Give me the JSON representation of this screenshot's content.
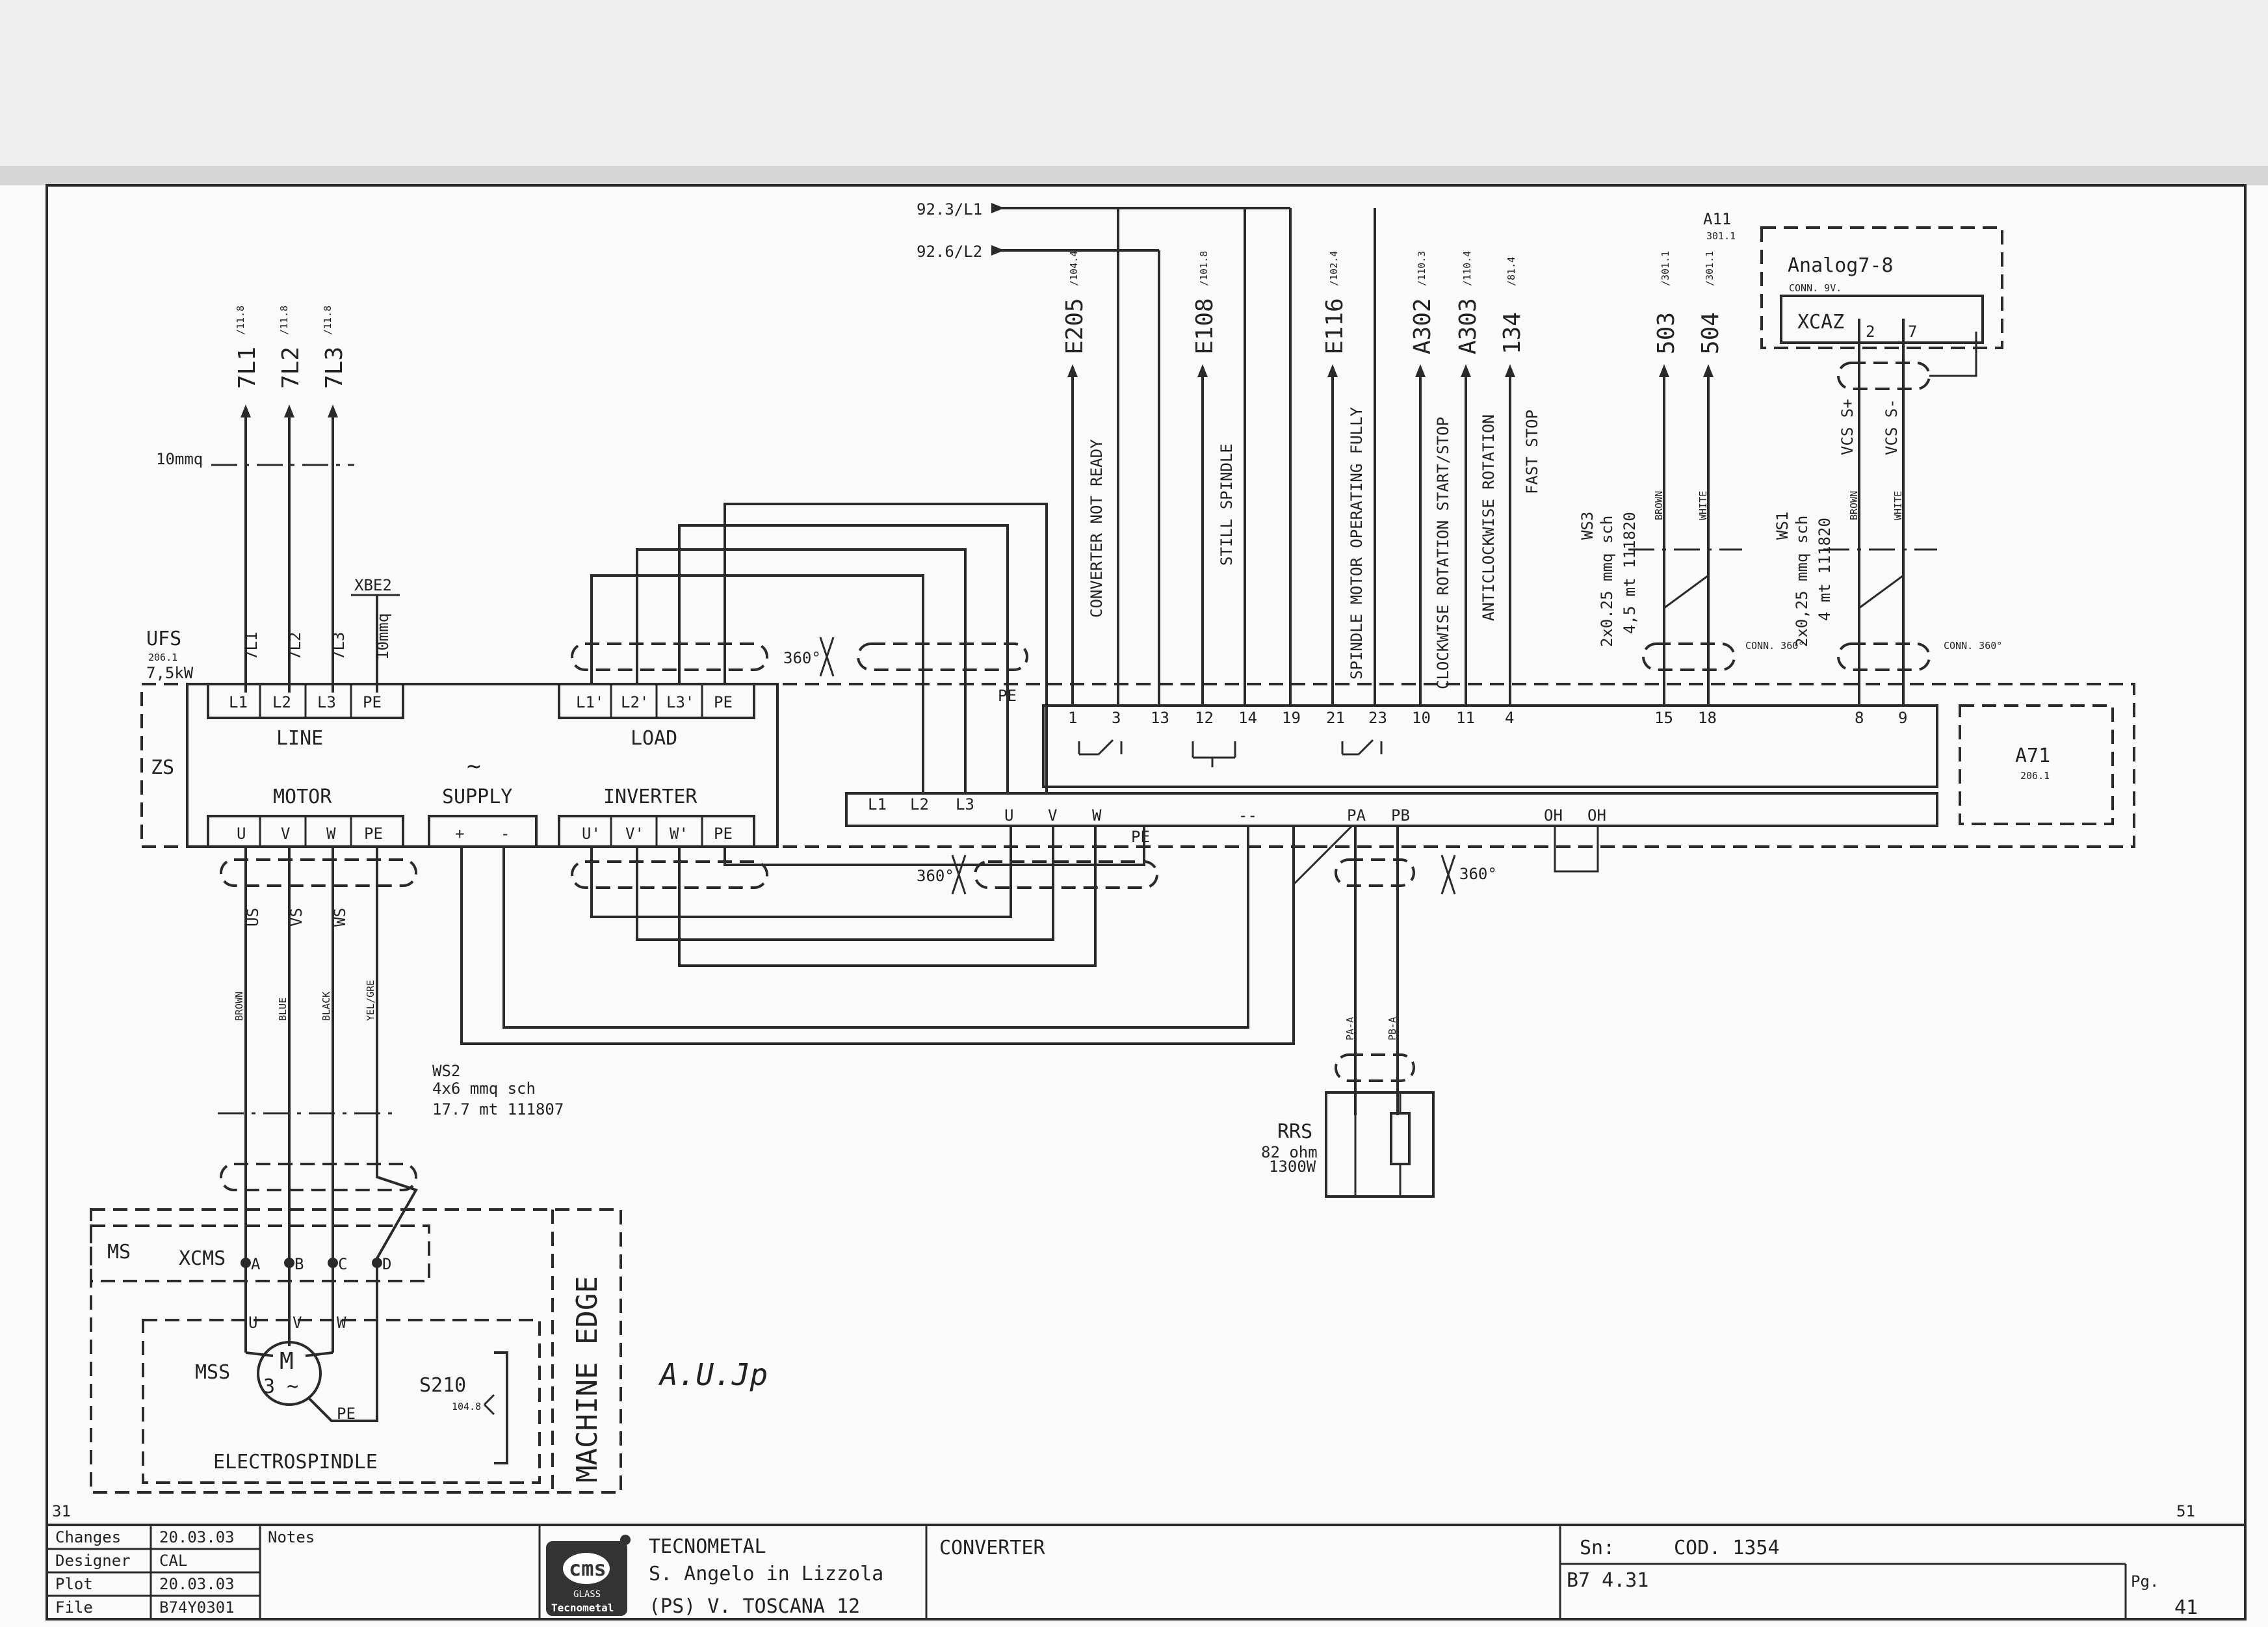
{
  "line_section": {
    "wire_labels": [
      "7L1",
      "7L2",
      "7L3"
    ],
    "refs": [
      "/11.8",
      "/11.8",
      "/11.8"
    ],
    "cable": "10mmq"
  },
  "ufs": {
    "name": "UFS",
    "ref": "206.1",
    "power": "7,5kW",
    "xbe": "XBE2",
    "wires": [
      "7L1",
      "7L2",
      "7L3",
      "10mmq"
    ],
    "zs": "ZS",
    "line_label": "LINE",
    "line_terms": [
      "L1",
      "L2",
      "L3",
      "PE"
    ],
    "load_label": "LOAD",
    "load_terms": [
      "L1'",
      "L2'",
      "L3'",
      "PE"
    ],
    "motor_label": "MOTOR",
    "motor_terms": [
      "U",
      "V",
      "W",
      "PE"
    ],
    "supply_label": "SUPPLY",
    "supply_symbol": "~",
    "supply_terms": [
      "+",
      "-"
    ],
    "inverter_label": "INVERTER",
    "inverter_terms": [
      "U'",
      "V'",
      "W'",
      "PE"
    ]
  },
  "feed": {
    "refs": [
      "92.3/L1",
      "92.6/L2"
    ]
  },
  "signals": [
    {
      "code": "E205",
      "ref": "/104.4",
      "desc": "CONVERTER NOT READY"
    },
    {
      "code": "E108",
      "ref": "/101.8",
      "desc": "STILL SPINDLE"
    },
    {
      "code": "E116",
      "ref": "/102.4",
      "desc": "SPINDLE MOTOR OPERATING FULLY"
    },
    {
      "code": "A302",
      "ref": "/110.3",
      "desc": "CLOCKWISE ROTATION START/STOP"
    },
    {
      "code": "A303",
      "ref": "/110.4",
      "desc": "ANTICLOCKWISE ROTATION"
    },
    {
      "code": "134",
      "ref": "/81.4",
      "desc": "FAST STOP"
    },
    {
      "code": "503",
      "ref": "/301.1",
      "desc": ""
    },
    {
      "code": "504",
      "ref": "/301.1",
      "desc": ""
    }
  ],
  "control_terms": [
    "1",
    "3",
    "13",
    "12",
    "14",
    "19",
    "21",
    "23",
    "10",
    "11",
    "4",
    "15",
    "18",
    "8",
    "9"
  ],
  "power_terms": {
    "input": [
      "L1",
      "L2",
      "L3"
    ],
    "output": [
      "U",
      "V",
      "W",
      "PE"
    ],
    "dc": "--",
    "brake": [
      "PA",
      "PB"
    ],
    "thermal": [
      "OH",
      "OH"
    ]
  },
  "ws3": {
    "name": "WS3",
    "spec": "2x0.25 mmq sch",
    "len": "4,5 mt 111820",
    "colors": [
      "BROWN",
      "WHITE"
    ],
    "conn": "CONN. 360°"
  },
  "ws1": {
    "name": "WS1",
    "spec": "2x0,25 mmq sch",
    "len": "4 mt 111820",
    "colors": [
      "BROWN",
      "WHITE"
    ],
    "signals": [
      "VCS S+",
      "VCS S-"
    ],
    "conn": "CONN. 360°"
  },
  "a11": {
    "name": "A11",
    "ref": "301.1",
    "module": "Analog7-8",
    "conn": "CONN. 9V.",
    "xcaz": "XCAZ",
    "pins": [
      "2",
      "7"
    ]
  },
  "a71": {
    "name": "A71",
    "ref": "206.1"
  },
  "shield": "360°",
  "motor_cables": {
    "names": [
      "US",
      "VS",
      "WS"
    ],
    "colors": [
      "BROWN",
      "BLUE",
      "BLACK",
      "YEL/GRE"
    ]
  },
  "ws2": {
    "name": "WS2",
    "spec": "4x6 mmq sch",
    "len": "17.7 mt 111807"
  },
  "brake_cables": [
    "PA-A",
    "PB-A"
  ],
  "rrs": {
    "name": "RRS",
    "ohm": "82 ohm",
    "power": "1300W"
  },
  "machine": {
    "ms": "MS",
    "xcms": "XCMS",
    "pins": [
      "A",
      "B",
      "C",
      "D"
    ],
    "phases": [
      "U",
      "V",
      "W"
    ],
    "mss": "MSS",
    "motor_m": "M",
    "motor_phase": "3 ~",
    "pe": "PE",
    "s210": "S210",
    "s210_ref": "104.8",
    "electrospindle": "ELECTROSPINDLE",
    "machine_edge": "MACHINE EDGE"
  },
  "handwriting": "A.U.Jp",
  "page_left": "31",
  "page_right": "51",
  "title_block": {
    "rows": [
      {
        "label": "Changes",
        "value": "20.03.03"
      },
      {
        "label": "Designer",
        "value": "CAL"
      },
      {
        "label": "Plot",
        "value": "20.03.03"
      },
      {
        "label": "File",
        "value": "B74Y0301"
      }
    ],
    "notes_label": "Notes",
    "logo_text": "cms",
    "logo_sub": "GLASS",
    "logo_brand": "Tecnometal",
    "company": "TECNOMETAL",
    "address1": "S. Angelo in Lizzola",
    "address2": "(PS) V. TOSCANA 12",
    "title": "CONVERTER",
    "sn_label": "Sn:",
    "cod": "COD. 1354",
    "drawing_no": "B7 4.31",
    "pg_label": "Pg.",
    "page": "41"
  }
}
